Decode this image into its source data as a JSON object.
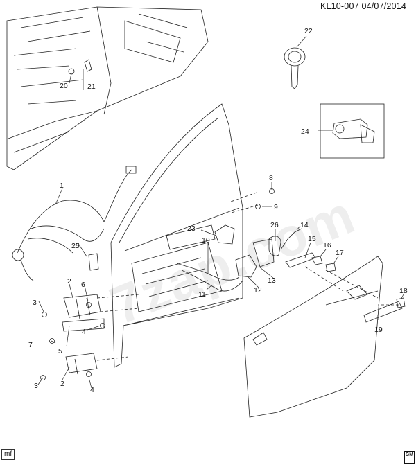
{
  "header": {
    "code": "KL10-007",
    "date": "04/07/2014"
  },
  "footer": {
    "left_tag": "mf",
    "logo": "GM"
  },
  "watermark": "7zap.com",
  "callouts": [
    {
      "label": "1"
    },
    {
      "label": "2"
    },
    {
      "label": "2"
    },
    {
      "label": "3"
    },
    {
      "label": "3"
    },
    {
      "label": "4"
    },
    {
      "label": "4"
    },
    {
      "label": "5"
    },
    {
      "label": "6"
    },
    {
      "label": "7"
    },
    {
      "label": "8"
    },
    {
      "label": "9"
    },
    {
      "label": "10"
    },
    {
      "label": "11"
    },
    {
      "label": "12"
    },
    {
      "label": "13"
    },
    {
      "label": "14"
    },
    {
      "label": "15"
    },
    {
      "label": "16"
    },
    {
      "label": "17"
    },
    {
      "label": "18"
    },
    {
      "label": "19"
    },
    {
      "label": "20"
    },
    {
      "label": "21"
    },
    {
      "label": "22"
    },
    {
      "label": "23"
    },
    {
      "label": "24"
    },
    {
      "label": "25"
    },
    {
      "label": "26"
    }
  ]
}
